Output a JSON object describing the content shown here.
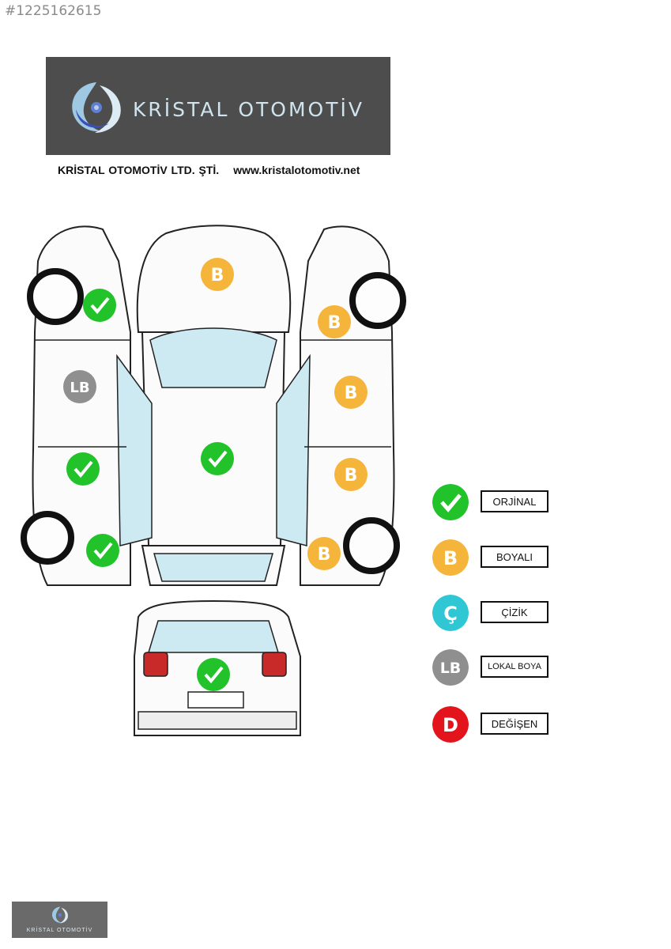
{
  "listing_id": "#1225162615",
  "header": {
    "brand_name": "KRİSTAL OTOMOTİV",
    "company_name": "KRİSTAL OTOMOTİV LTD. ŞTİ.",
    "website": "www.kristalotomotiv.net"
  },
  "car_parts": [
    {
      "part": "left-front-fender",
      "status": "ORJİNAL",
      "badge": ""
    },
    {
      "part": "left-front-door",
      "status": "LOKAL BOYA",
      "badge": "LB"
    },
    {
      "part": "left-rear-door",
      "status": "ORJİNAL",
      "badge": ""
    },
    {
      "part": "left-rear-fender",
      "status": "ORJİNAL",
      "badge": ""
    },
    {
      "part": "hood",
      "status": "BOYALI",
      "badge": "B"
    },
    {
      "part": "roof",
      "status": "ORJİNAL",
      "badge": ""
    },
    {
      "part": "right-front-fender",
      "status": "BOYALI",
      "badge": "B"
    },
    {
      "part": "right-front-door",
      "status": "BOYALI",
      "badge": "B"
    },
    {
      "part": "right-rear-door",
      "status": "BOYALI",
      "badge": "B"
    },
    {
      "part": "right-rear-fender",
      "status": "BOYALI",
      "badge": "B"
    },
    {
      "part": "trunk",
      "status": "ORJİNAL",
      "badge": ""
    }
  ],
  "legend": [
    {
      "label": "ORJİNAL",
      "symbol": "",
      "color": "#22c32a"
    },
    {
      "label": "BOYALI",
      "symbol": "B",
      "color": "#f5b43a"
    },
    {
      "label": "ÇİZİK",
      "symbol": "Ç",
      "color": "#2ec7d3"
    },
    {
      "label": "LOKAL BOYA",
      "symbol": "LB",
      "color": "#8f8f8f"
    },
    {
      "label": "DEĞİŞEN",
      "symbol": "D",
      "color": "#e3141b"
    }
  ],
  "footer": {
    "brand_name": "KRİSTAL OTOMOTİV"
  }
}
